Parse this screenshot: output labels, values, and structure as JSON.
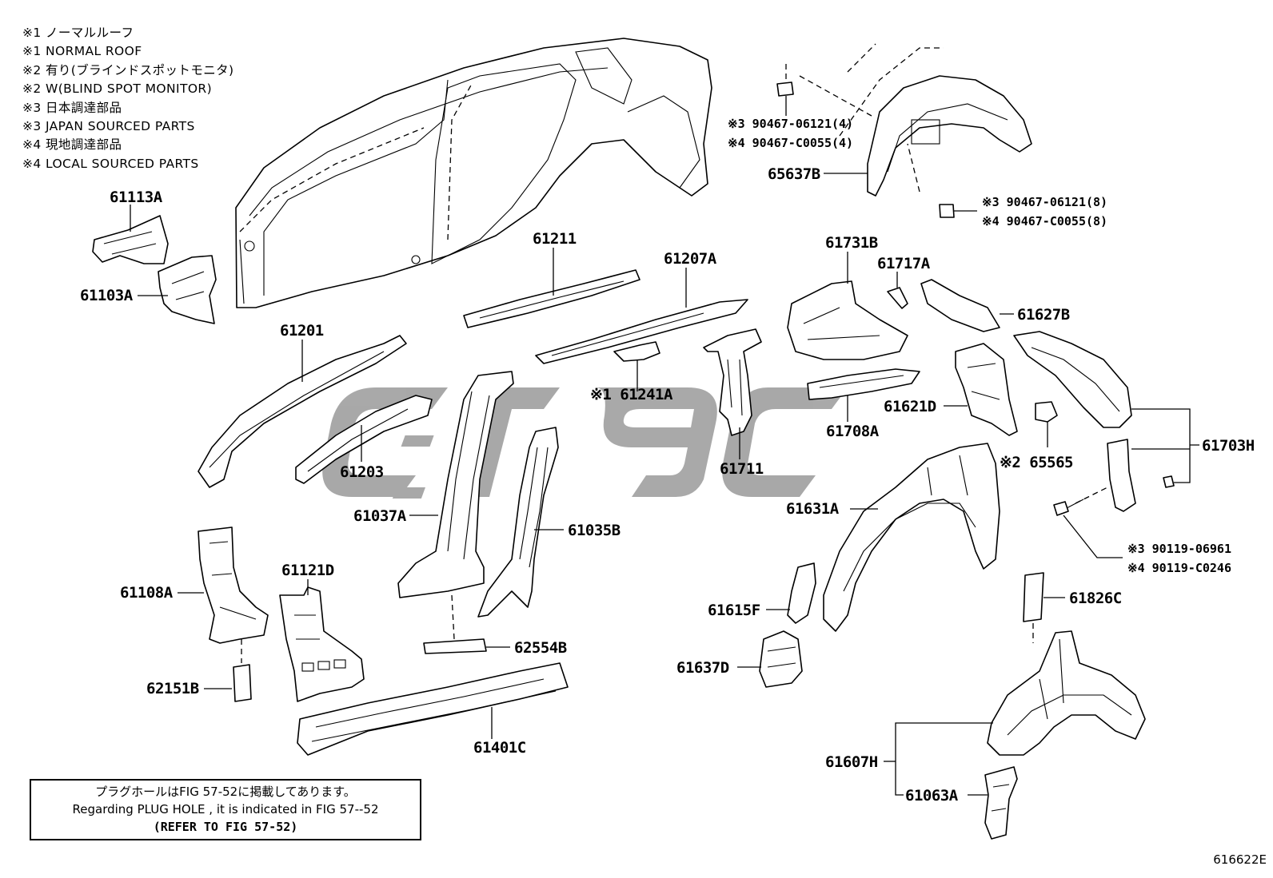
{
  "legend": {
    "lines": [
      "※1 ノーマルルーフ",
      "※1 NORMAL ROOF",
      "※2 有り(ブラインドスポットモニタ)",
      "※2 W(BLIND SPOT MONITOR)",
      "※3 日本調達部品",
      "※3 JAPAN SOURCED PARTS",
      "※4 現地調達部品",
      "※4 LOCAL SOURCED PARTS"
    ]
  },
  "parts": {
    "p61113A": "61113A",
    "p61103A": "61103A",
    "p61201": "61201",
    "p61211": "61211",
    "p61207A": "61207A",
    "p61241A": "※1 61241A",
    "p61203": "61203",
    "p61037A": "61037A",
    "p61035B": "61035B",
    "p61711": "61711",
    "p61108A": "61108A",
    "p61121D": "61121D",
    "p62151B": "62151B",
    "p62554B": "62554B",
    "p61401C": "61401C",
    "p65637B": "65637B",
    "p61731B": "61731B",
    "p61717A": "61717A",
    "p61627B": "61627B",
    "p61708A": "61708A",
    "p61621D": "61621D",
    "p65565": "※2 65565",
    "p61703H": "61703H",
    "p61631A": "61631A",
    "p61615F": "61615F",
    "p61637D": "61637D",
    "p61826C": "61826C",
    "p61607H": "61607H",
    "p61063A": "61063A"
  },
  "fasteners": {
    "f1a": "※3 90467-06121(4)",
    "f1b": "※4 90467-C0055(4)",
    "f2a": "※3 90467-06121(8)",
    "f2b": "※4 90467-C0055(8)",
    "f3a": "※3 90119-06961",
    "f3b": "※4 90119-C0246"
  },
  "note": {
    "line1": "プラグホールはFIG 57-52に掲載してあります。",
    "line2": "Regarding  PLUG  HOLE , it is indicated in FIG  57--52",
    "line3": "(REFER TO FIG 57-52)"
  },
  "figure_id": "616622E"
}
